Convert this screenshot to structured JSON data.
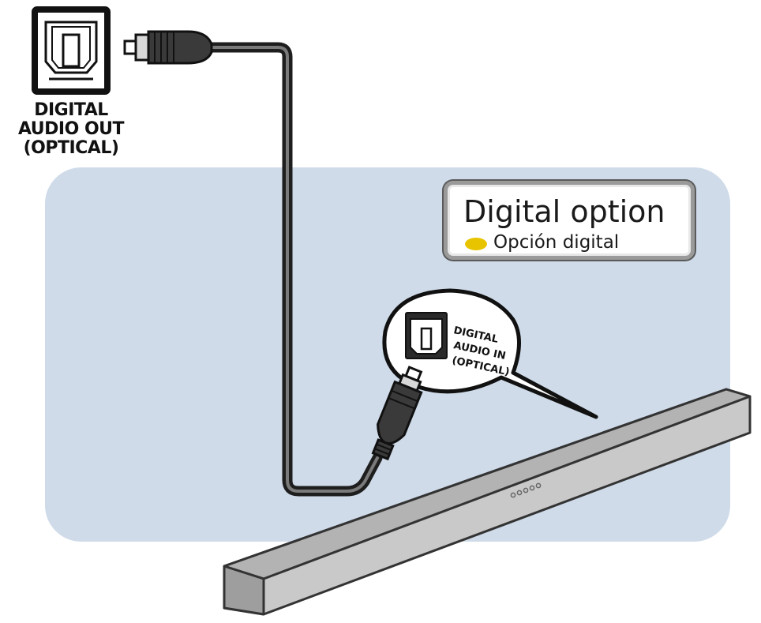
{
  "source": {
    "label_lines": [
      "DIGITAL",
      "AUDIO OUT",
      "(OPTICAL)"
    ]
  },
  "bubble": {
    "label_lines": [
      "DIGITAL",
      "AUDIO IN",
      "(OPTICAL)"
    ]
  },
  "option": {
    "title": "Digital option",
    "subtitle": "Opción digital",
    "marker_color": "#e8c400"
  },
  "colors": {
    "panel": "#cfdbe9",
    "cable": "#3a3a3a",
    "soundbar_front": "#c9c9c9",
    "soundbar_top": "#b3b3b3"
  },
  "icons": [
    "optical-port-icon",
    "optical-plug-icon",
    "soundbar",
    "led-dots"
  ]
}
